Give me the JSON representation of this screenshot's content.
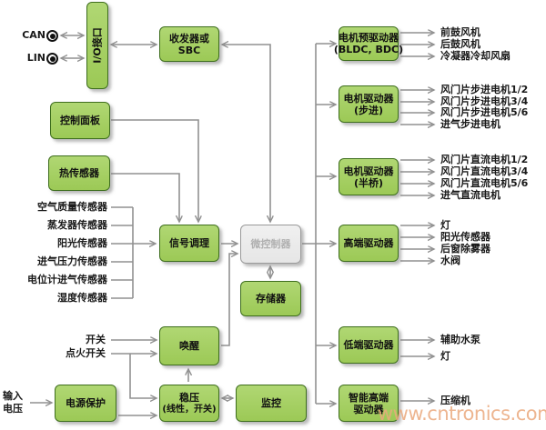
{
  "ports": {
    "can": "CAN",
    "lin": "LIN"
  },
  "nodes": {
    "io_interface": "I/O接口",
    "transceiver": {
      "line1": "收发器或",
      "line2": "SBC"
    },
    "control_panel": "控制面板",
    "thermal_sensor": "热传感器",
    "signal_conditioning": "信号调理",
    "microcontroller": "微控制器",
    "memory": "存储器",
    "wakeup": "唤醒",
    "power_protection": "电源保护",
    "regulator": {
      "line1": "稳压",
      "line2": "(线性，开关)"
    },
    "monitor": "监控"
  },
  "inputs": {
    "sensors": [
      "空气质量传感器",
      "蒸发器传感器",
      "阳光传感器",
      "进气压力传感器",
      "电位计进气传感器",
      "湿度传感器"
    ],
    "switch": "开关",
    "ignition": "点火开关",
    "input_voltage": {
      "line1": "输入",
      "line2": "电压"
    }
  },
  "drivers": [
    {
      "line1": "电机预驱动器",
      "line2": "(BLDC, BDC)",
      "outputs": [
        "前鼓风机",
        "后鼓风机",
        "冷凝器冷却风扇"
      ]
    },
    {
      "line1": "电机驱动器",
      "line2": "(步进)",
      "outputs": [
        "风门片步进电机1/2",
        "风门片步进电机3/4",
        "风门片步进电机5/6",
        "进气步进电机"
      ]
    },
    {
      "line1": "电机驱动器",
      "line2": "(半桥)",
      "outputs": [
        "风门片直流电机1/2",
        "风门片直流电机3/4",
        "风门片直流电机5/6",
        "进气直流电机"
      ]
    },
    {
      "line1": "高端驱动器",
      "line2": "",
      "outputs": [
        "灯",
        "阳光传感器",
        "后窗除雾器",
        "水阀"
      ]
    },
    {
      "line1": "低端驱动器",
      "line2": "",
      "outputs": [
        "辅助水泵",
        "灯"
      ]
    },
    {
      "line1": "智能高端",
      "line2": "驱动器",
      "outputs": [
        "压缩机"
      ]
    }
  ],
  "colors": {
    "box_fill": "#9cc956",
    "box_border": "#3e6e1e",
    "gray_fill": "#ececec",
    "line": "#919191",
    "watermark": "#eba97d"
  },
  "watermark": "www.cntronics.com"
}
